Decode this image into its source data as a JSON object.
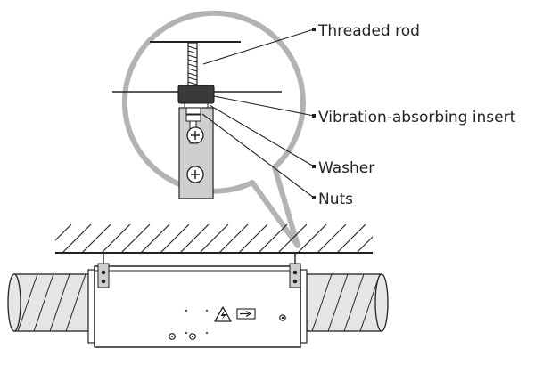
{
  "labels": {
    "threaded_rod": "Threaded rod",
    "insert": "Vibration-absorbing insert",
    "washer": "Washer",
    "nuts": "Nuts"
  },
  "icons": [
    "high-voltage-warning-icon",
    "airflow-direction-arrow-icon"
  ],
  "colors": {
    "line": "#222222",
    "magnifier_ring": "#b3b3b3",
    "unit_body": "#ffffff",
    "bracket": "#cfcfcf",
    "duct": "#e6e6e6",
    "insert_block": "#3a3a3a"
  }
}
